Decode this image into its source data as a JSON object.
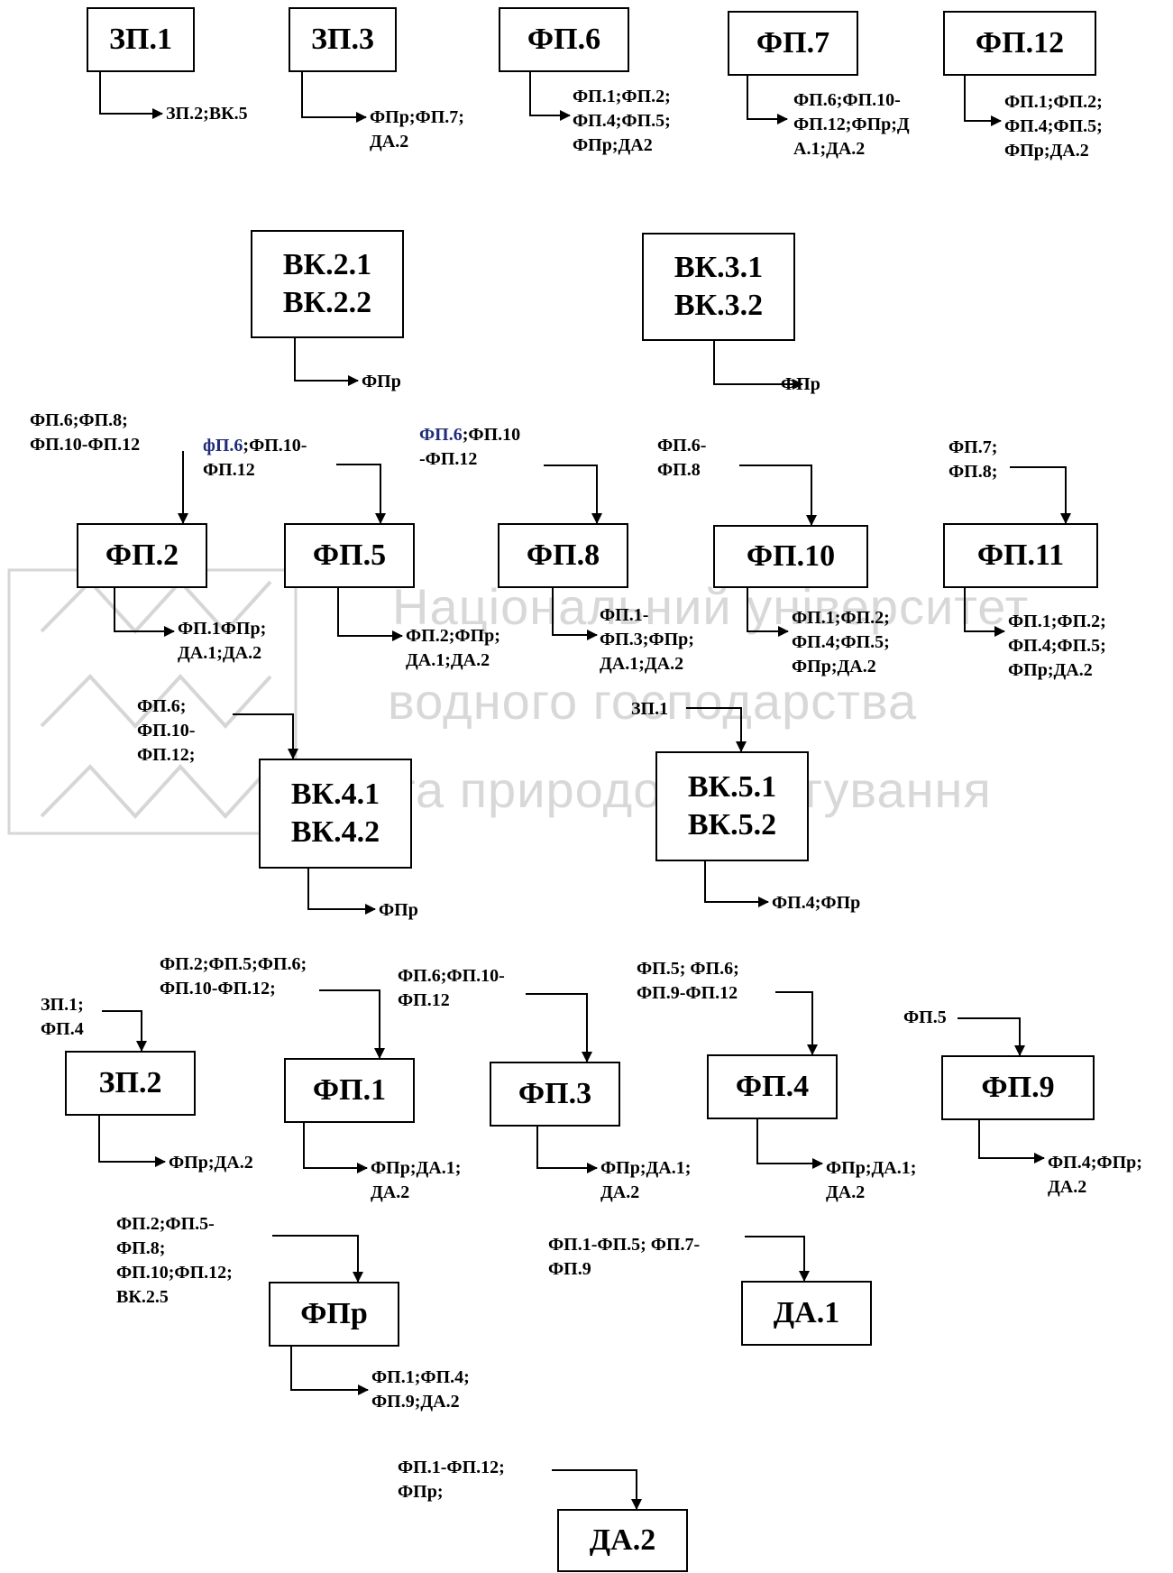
{
  "watermark": {
    "lines": [
      "Національний університет",
      "водного господарства",
      "та природокористування"
    ],
    "color": "#d8d8d8"
  },
  "diagram": {
    "nodes": [
      {
        "id": "zp1",
        "lines": [
          "ЗП.1"
        ]
      },
      {
        "id": "zp3",
        "lines": [
          "ЗП.3"
        ]
      },
      {
        "id": "fp6",
        "lines": [
          "ФП.6"
        ]
      },
      {
        "id": "fp7",
        "lines": [
          "ФП.7"
        ]
      },
      {
        "id": "fp12",
        "lines": [
          "ФП.12"
        ]
      },
      {
        "id": "vk2",
        "lines": [
          "ВК.2.1",
          "ВК.2.2"
        ]
      },
      {
        "id": "vk3",
        "lines": [
          "ВК.3.1",
          "ВК.3.2"
        ]
      },
      {
        "id": "fp2",
        "lines": [
          "ФП.2"
        ]
      },
      {
        "id": "fp5",
        "lines": [
          "ФП.5"
        ]
      },
      {
        "id": "fp8",
        "lines": [
          "ФП.8"
        ]
      },
      {
        "id": "fp10",
        "lines": [
          "ФП.10"
        ]
      },
      {
        "id": "fp11",
        "lines": [
          "ФП.11"
        ]
      },
      {
        "id": "vk4",
        "lines": [
          "ВК.4.1",
          "ВК.4.2"
        ]
      },
      {
        "id": "vk5",
        "lines": [
          "ВК.5.1",
          "ВК.5.2"
        ]
      },
      {
        "id": "zp2",
        "lines": [
          "ЗП.2"
        ]
      },
      {
        "id": "fp1",
        "lines": [
          "ФП.1"
        ]
      },
      {
        "id": "fp3",
        "lines": [
          "ФП.3"
        ]
      },
      {
        "id": "fp4",
        "lines": [
          "ФП.4"
        ]
      },
      {
        "id": "fp9",
        "lines": [
          "ФП.9"
        ]
      },
      {
        "id": "fpr",
        "lines": [
          "ФПр"
        ]
      },
      {
        "id": "da1",
        "lines": [
          "ДА.1"
        ]
      },
      {
        "id": "da2",
        "lines": [
          "ДА.2"
        ]
      }
    ],
    "outputs": [
      {
        "id": "zp1",
        "text": "ЗП.2;ВК.5"
      },
      {
        "id": "zp3",
        "text": "ФПр;ФП.7;\nДА.2"
      },
      {
        "id": "fp6",
        "text": "ФП.1;ФП.2;\nФП.4;ФП.5;\nФПр;ДА2"
      },
      {
        "id": "fp7",
        "text": "ФП.6;ФП.10-\nФП.12;ФПр;Д\nА.1;ДА.2"
      },
      {
        "id": "fp12",
        "text": "ФП.1;ФП.2;\nФП.4;ФП.5;\nФПр;ДА.2"
      },
      {
        "id": "vk2",
        "text": "ФПр"
      },
      {
        "id": "vk3",
        "text": "ФПр"
      },
      {
        "id": "fp2",
        "text": "ФП.1ФПр;\nДА.1;ДА.2"
      },
      {
        "id": "fp5",
        "text": "ФП.2;ФПр;\nДА.1;ДА.2"
      },
      {
        "id": "fp8",
        "text": "ФП.1-\nФП.3;ФПр;\nДА.1;ДА.2"
      },
      {
        "id": "fp10",
        "text": "ФП.1;ФП.2;\nФП.4;ФП.5;\nФПр;ДА.2"
      },
      {
        "id": "fp11",
        "text": "ФП.1;ФП.2;\nФП.4;ФП.5;\nФПр;ДА.2"
      },
      {
        "id": "vk4",
        "text": "ФПр"
      },
      {
        "id": "vk5",
        "text": "ФП.4;ФПр"
      },
      {
        "id": "zp2",
        "text": "ФПр;ДА.2"
      },
      {
        "id": "fp1",
        "text": "ФПр;ДА.1;\nДА.2"
      },
      {
        "id": "fp3",
        "text": "ФПр;ДА.1;\nДА.2"
      },
      {
        "id": "fp4",
        "text": "ФПр;ДА.1;\nДА.2"
      },
      {
        "id": "fp9",
        "text": "ФП.4;ФПр;\nДА.2"
      },
      {
        "id": "fpr",
        "text": "ФП.1;ФП.4;\nФП.9;ДА.2"
      }
    ],
    "inputs": [
      {
        "id": "fp2",
        "text": "ФП.6;ФП.8;\nФП.10-ФП.12"
      },
      {
        "id": "fp5",
        "prefix": "фП.6",
        "text": ";ФП.10-\nФП.12"
      },
      {
        "id": "fp8",
        "prefix": "ФП.6",
        "text": ";ФП.10\n-ФП.12"
      },
      {
        "id": "fp10",
        "text": "ФП.6-\nФП.8"
      },
      {
        "id": "fp11",
        "text": "ФП.7;\nФП.8;"
      },
      {
        "id": "vk4",
        "text": "ФП.6;\nФП.10-\nФП.12;"
      },
      {
        "id": "vk5",
        "text": "ЗП.1"
      },
      {
        "id": "zp2",
        "text": "ЗП.1;\nФП.4"
      },
      {
        "id": "fp1",
        "text": "ФП.2;ФП.5;ФП.6;\nФП.10-ФП.12;"
      },
      {
        "id": "fp3",
        "text": "ФП.6;ФП.10-\nФП.12"
      },
      {
        "id": "fp4",
        "text": "ФП.5; ФП.6;\nФП.9-ФП.12"
      },
      {
        "id": "fp9",
        "text": "ФП.5"
      },
      {
        "id": "fpr",
        "text": "ФП.2;ФП.5-\nФП.8;\nФП.10;ФП.12;\nВК.2.5"
      },
      {
        "id": "da1",
        "text": "ФП.1-ФП.5; ФП.7-\nФП.9"
      },
      {
        "id": "da2",
        "text": "ФП.1-ФП.12;\nФПр;"
      }
    ]
  }
}
